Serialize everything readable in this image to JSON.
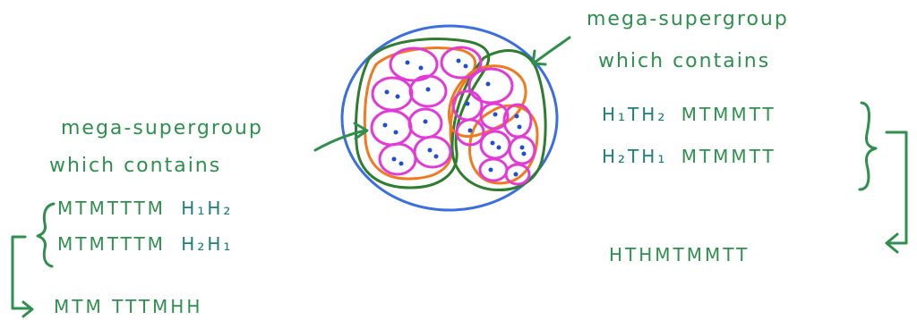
{
  "left": {
    "caption_line1": "mega-supergroup",
    "caption_line2": "which contains",
    "seq1": "MTMTTTM",
    "seq1_h": "H₁H₂",
    "seq2": "MTMTTTM",
    "seq2_h": "H₂H₁",
    "result": "MTM TTTMHH"
  },
  "right": {
    "caption_line1": "mega-supergroup",
    "caption_line2": "which contains",
    "seq1_h": "H₁TH₂",
    "seq1": "MTMMTT",
    "seq2_h": "H₂TH₁",
    "seq2": "MTMMTT",
    "result": "HTHMTMMTT"
  },
  "colors": {
    "outer_ellipse": "#3b6fe0",
    "mega_group": "#2f7d2f",
    "supergroup": "#f07a1f",
    "group": "#e23ad6",
    "point": "#1f4fd0",
    "text": "#2f8f4e"
  }
}
